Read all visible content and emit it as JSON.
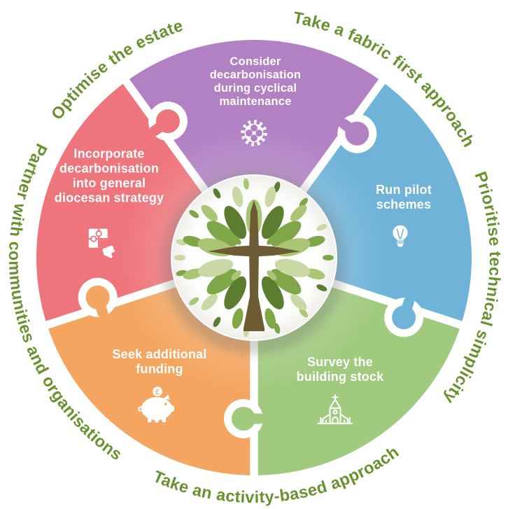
{
  "center": {
    "logo": "tree-cross-logo"
  },
  "segments": [
    {
      "id": "cyclical-maintenance",
      "label": "Consider\ndecarbonisation\nduring cyclical\nmaintenance",
      "icon": "gear-icon",
      "color": "#b181c3"
    },
    {
      "id": "pilot-schemes",
      "label": "Run pilot\nschemes",
      "icon": "lightbulb-icon",
      "color": "#6fb3d9"
    },
    {
      "id": "survey-building-stock",
      "label": "Survey the\nbuilding stock",
      "icon": "church-icon",
      "color": "#a0ca7e"
    },
    {
      "id": "additional-funding",
      "label": "Seek additional\nfunding",
      "icon": "piggy-bank-icon",
      "color": "#f4a661"
    },
    {
      "id": "diocesan-strategy",
      "label": "Incorporate\ndecarbonisation\ninto general\ndiocesan strategy",
      "icon": "puzzle-icon",
      "color": "#ef757c"
    }
  ],
  "outer_labels": [
    {
      "text": "Optimise the estate"
    },
    {
      "text": "Take a fabric first approach"
    },
    {
      "text": "Prioritise technical simplicity"
    },
    {
      "text": "Take an activity-based approach"
    },
    {
      "text": "Partner with communities and organisations"
    }
  ],
  "colors": {
    "outer_text": "#689130",
    "white": "#ffffff",
    "trunk": "#6d5c33",
    "leaf_dark": "#5c7c2f",
    "leaf_mid": "#7fa647",
    "leaf_light": "#a9c575",
    "leaf_pale": "#c9d8a4"
  }
}
